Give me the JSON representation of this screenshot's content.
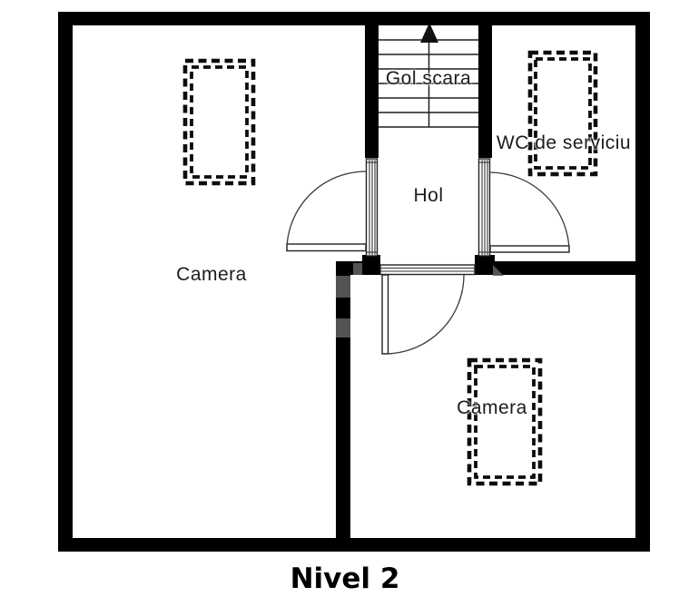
{
  "plan_title": "Nivel 2",
  "rooms": {
    "stairwell": "Gol scara",
    "wc": "WC de serviciu",
    "hall": "Hol",
    "camera_left": "Camera",
    "camera_bottom": "Camera"
  },
  "colors": {
    "wall": "#000000",
    "line": "#1f1f1f",
    "label_text": "#1c1c1c",
    "watermark": "#5c5c5c",
    "background": "#ffffff"
  }
}
